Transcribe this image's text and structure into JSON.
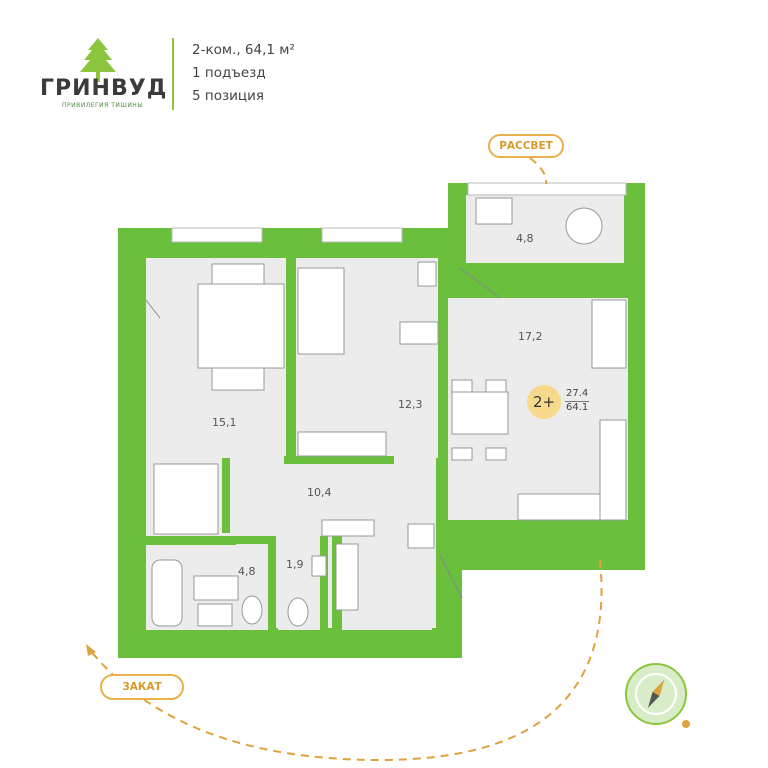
{
  "brand": {
    "name": "ГРИНВУД",
    "tagline": "ПРИВИЛЕГИЯ ТИШИНЫ",
    "tree_icon": "tree-icon",
    "accent_color": "#8cc63f"
  },
  "apartment": {
    "type_area": "2-ком., 64,1 м²",
    "entrance": "1 подъезд",
    "position": "5 позиция"
  },
  "rooms": {
    "balcony": "4,8",
    "bedroom": "15,1",
    "room2": "12,3",
    "kitchen_living": "17,2",
    "hall": "10,4",
    "bathroom": "4,8",
    "wc": "1,9"
  },
  "summary": {
    "badge": "2+",
    "living_area": "27.4",
    "total_area": "64.1"
  },
  "orientation": {
    "sunrise_label": "РАССВЕТ",
    "sunset_label": "ЗАКАТ",
    "compass_icon": "compass-icon",
    "sun_icon": "sun-icon"
  },
  "colors": {
    "wall": "#6abf3d",
    "floor": "#ececec",
    "accent_orange": "#e0a23c",
    "badge": "#f6d98a"
  }
}
